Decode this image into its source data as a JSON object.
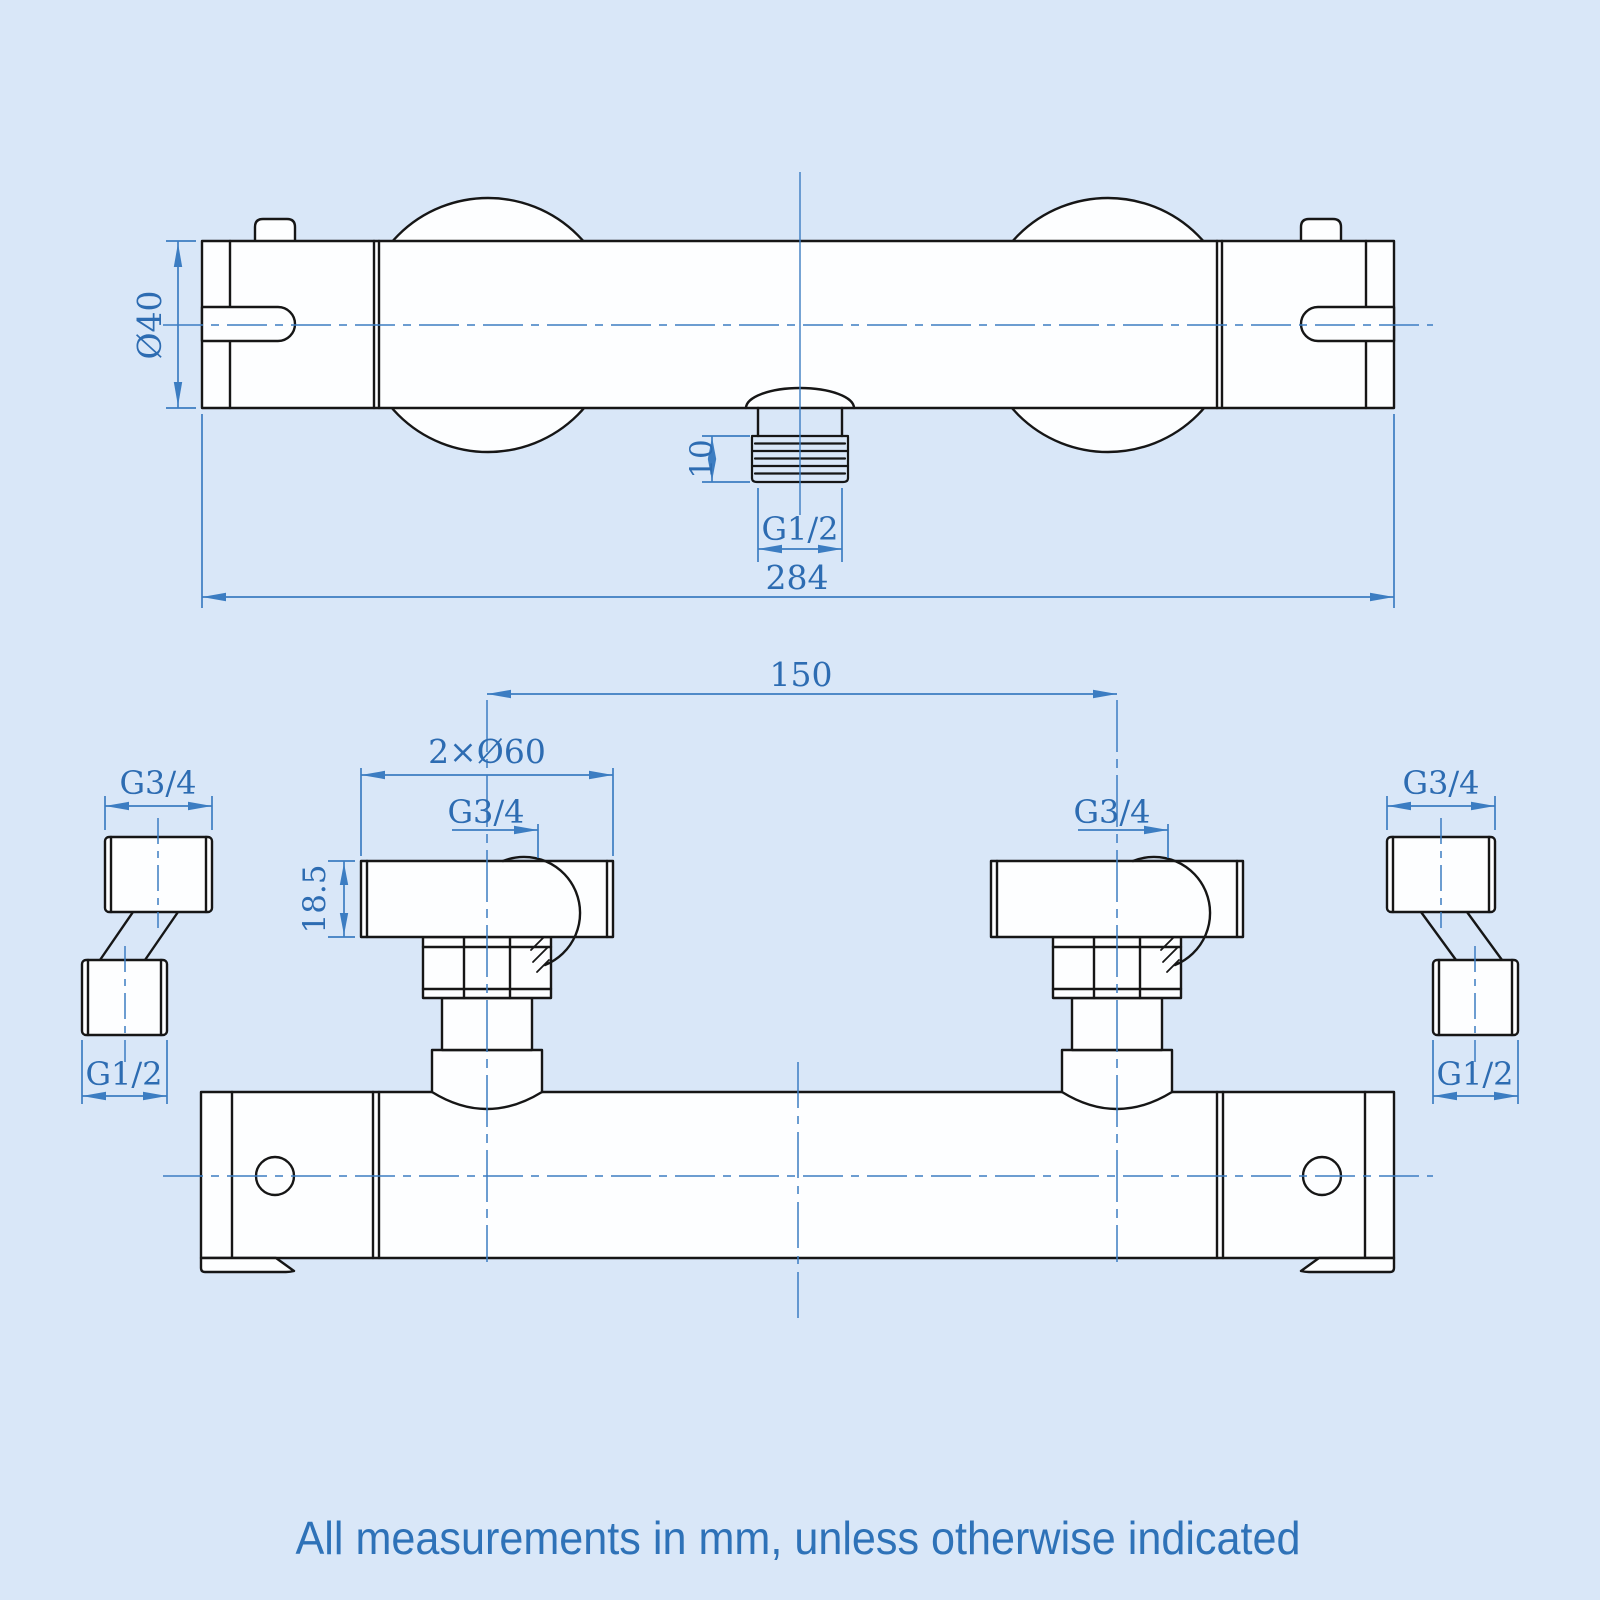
{
  "page": {
    "background": "#d9e7f8",
    "kind": "technical-drawing"
  },
  "colors": {
    "line": "#161616",
    "shape_fill": "#fdfeff",
    "dimension": "#3c7dc2",
    "dimension_text": "#2d6cb2",
    "footer_text": "#2e72b8"
  },
  "footer": {
    "note": "All measurements in mm, unless otherwise indicated"
  },
  "views": {
    "top": {
      "dims": {
        "diameter": {
          "label": "Ø40"
        },
        "thread_length": {
          "label": "10"
        },
        "outlet_thread": {
          "label": "G1/2"
        },
        "overall_length": {
          "label": "284"
        }
      }
    },
    "front": {
      "dims": {
        "inlet_spacing": {
          "label": "150"
        },
        "valve_diameter": {
          "label": "2×Ø60"
        },
        "left_inlet_thread": {
          "label": "G3/4"
        },
        "right_inlet_thread": {
          "label": "G3/4"
        },
        "body_height": {
          "label": "18.5"
        }
      }
    },
    "left_adapter": {
      "dims": {
        "top_thread": {
          "label": "G3/4"
        },
        "bottom_thread": {
          "label": "G1/2"
        }
      }
    },
    "right_adapter": {
      "dims": {
        "top_thread": {
          "label": "G3/4"
        },
        "bottom_thread": {
          "label": "G1/2"
        }
      }
    }
  }
}
